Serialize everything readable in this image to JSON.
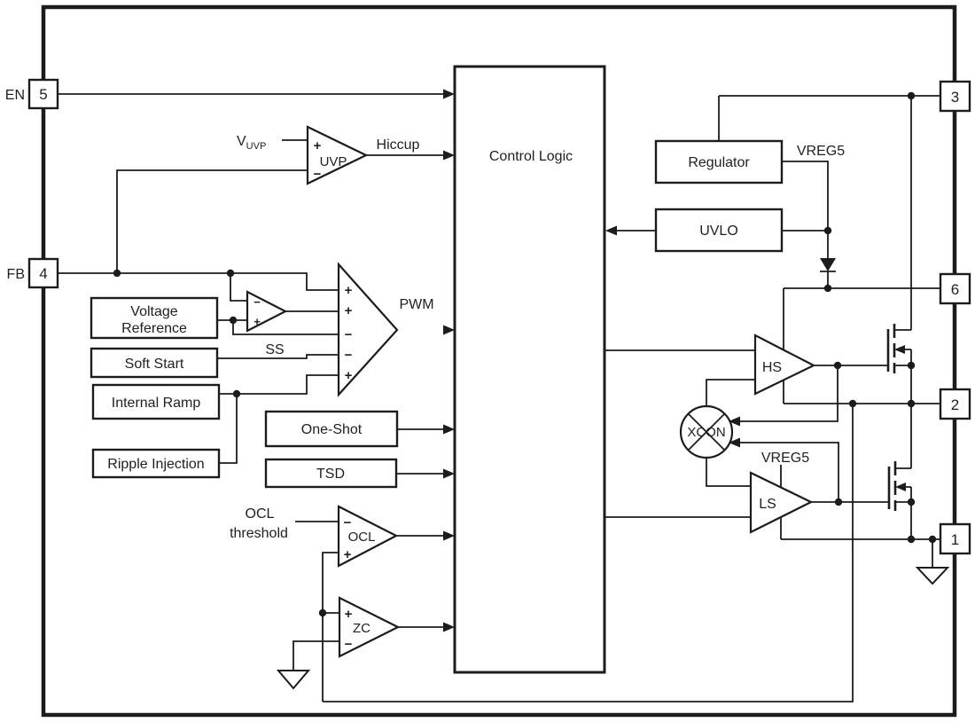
{
  "figure": {
    "background": "#ffffff",
    "line_color": "#1c1c1c",
    "pins": {
      "en_label": "EN",
      "en_number": "5",
      "fb_label": "FB",
      "fb_number": "4",
      "pin3": "3",
      "pin6": "6",
      "pin2": "2",
      "pin1": "1"
    },
    "blocks": {
      "control_logic": "Control Logic",
      "voltage_reference_line1": "Voltage",
      "voltage_reference_line2": "Reference",
      "soft_start": "Soft Start",
      "internal_ramp": "Internal Ramp",
      "ripple_injection": "Ripple Injection",
      "one_shot": "One-Shot",
      "tsd": "TSD",
      "regulator": "Regulator",
      "uvlo": "UVLO"
    },
    "comparators": {
      "uvp": "UVP",
      "ocl": "OCL",
      "zc": "ZC"
    },
    "drivers": {
      "hs": "HS",
      "ls": "LS",
      "xcon": "XCON"
    },
    "labels": {
      "hiccup": "Hiccup",
      "pwm": "PWM",
      "ss": "SS",
      "vreg5_regulator": "VREG5",
      "vreg5_ls": "VREG5",
      "vuvp_base": "V",
      "vuvp_subscript": "UVP",
      "ocl_threshold_line1": "OCL",
      "ocl_threshold_line2": "threshold"
    },
    "symbols": {
      "plus": "+",
      "minus": "−"
    }
  }
}
